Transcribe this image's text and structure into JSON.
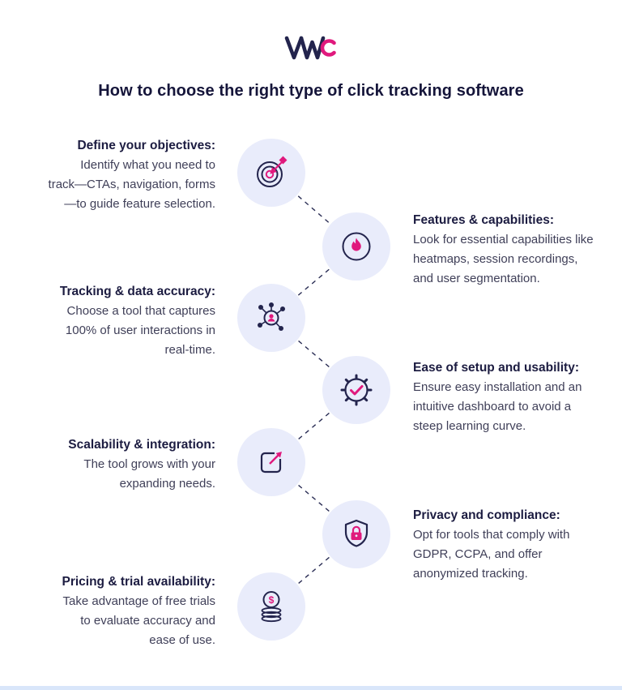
{
  "logo": {
    "alt": "VWO"
  },
  "title": "How to choose the right type of click tracking software",
  "colors": {
    "navy": "#23244d",
    "accent": "#e0197d",
    "circle_bg": "#e9ecfb",
    "body_text": "#3f3f58"
  },
  "steps": [
    {
      "side": "left",
      "icon": "target-icon",
      "heading": "Define your objectives:",
      "body": "Identify what you need to\ntrack—CTAs, navigation, forms\n—to guide feature selection."
    },
    {
      "side": "right",
      "icon": "flame-icon",
      "heading": "Features & capabilities:",
      "body": "Look for essential capabilities like\nheatmaps, session recordings,\nand user segmentation."
    },
    {
      "side": "left",
      "icon": "segmentation-icon",
      "heading": "Tracking & data accuracy:",
      "body": "Choose a tool that captures\n100% of user interactions in\nreal-time."
    },
    {
      "side": "right",
      "icon": "gear-check-icon",
      "heading": "Ease of setup and usability:",
      "body": "Ensure easy installation and an\nintuitive dashboard to avoid a\nsteep learning curve."
    },
    {
      "side": "left",
      "icon": "expand-icon",
      "heading": "Scalability & integration:",
      "body": "The tool grows with your\nexpanding needs."
    },
    {
      "side": "right",
      "icon": "shield-lock-icon",
      "heading": "Privacy and compliance:",
      "body": "Opt for tools that comply with\nGDPR, CCPA, and offer\nanonymized tracking."
    },
    {
      "side": "left",
      "icon": "coins-icon",
      "heading": "Pricing & trial availability:",
      "body": "Take advantage of free trials\nto evaluate accuracy and\nease of use."
    }
  ]
}
